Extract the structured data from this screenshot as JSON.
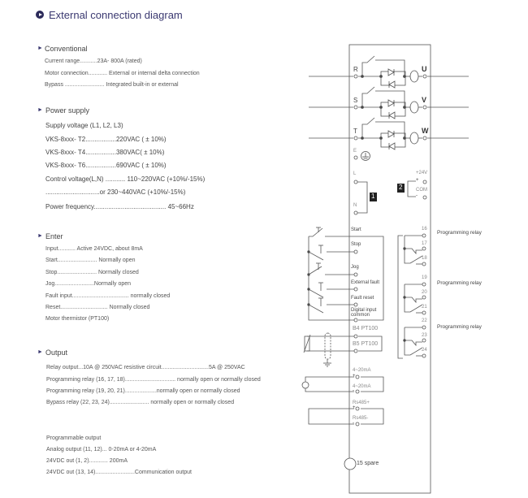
{
  "title": "External connection diagram",
  "conventional": {
    "heading": "Conventional",
    "items": [
      "Current range...........23A- 800A (rated)",
      "Motor connection............ External or internal delta connection",
      "Bypass ......................... Integrated built-in or external"
    ]
  },
  "power_supply": {
    "heading": "Power supply",
    "items": [
      "Supply voltage (L1, L2, L3)",
      "VKS-8xxx- T2.................220VAC ( ± 10%)",
      "VKS-8xxx- T4.................380VAC( ± 10%)",
      "VKS-8xxx- T6.................690VAC ( ± 10%)",
      "Control voltage(L,N)  ........... 110~220VAC (+10%/-15%)",
      "..............................or 230~440VAC (+10%/-15%)",
      "Power frequency........................................ 45~66Hz"
    ]
  },
  "enter": {
    "heading": "Enter",
    "items": [
      "Input........... Active 24VDC, about 8mA",
      "Start......................... Normally open",
      "Stop......................... Normally closed",
      "Jog.........................Normally open",
      "Fault input.................................... normally closed",
      "Reset.............................. Normally closed",
      "Motor thermistor (PT100)"
    ]
  },
  "output": {
    "heading": "Output",
    "items": [
      "Relay output...10A @ 250VAC resistive circuit..............................5A @ 250VAC",
      "Programming relay (16, 17, 18)................................ normally open or normally closed",
      "Programming relay (19, 20, 21)....................normally open or normally closed",
      "Bypass relay (22, 23, 24)......................... normally open or normally closed"
    ]
  },
  "programmable": {
    "items": [
      "Programmable output",
      "Analog output (11, 12)... 0-20mA or 4-20mA",
      "24VDC out (1, 2)............ 200mA",
      "24VDC out (13, 14).........................Communication output"
    ]
  },
  "diagram": {
    "phases_in": [
      "R",
      "S",
      "T"
    ],
    "phases_out": [
      "U",
      "V",
      "W"
    ],
    "earth": "E",
    "live": "L",
    "neutral": "N",
    "box1": "1",
    "box2": "2",
    "plus24": "+24V",
    "com": "COM",
    "plus": "+",
    "minus": "-",
    "inputs": [
      "Start",
      "Stop",
      "Jog",
      "External fault",
      "Fault reset",
      "Digital input",
      "common"
    ],
    "pt100": [
      "B4 PT100",
      "B5 PT100"
    ],
    "analog": [
      "4~20mA",
      "4~20mA"
    ],
    "rs485": [
      "Rs485+",
      "Rs485-"
    ],
    "spare": "15 spare",
    "relay_terminals": [
      "16",
      "17",
      "18",
      "19",
      "20",
      "21",
      "22",
      "23",
      "24"
    ],
    "relay_label": "Programming relay"
  }
}
